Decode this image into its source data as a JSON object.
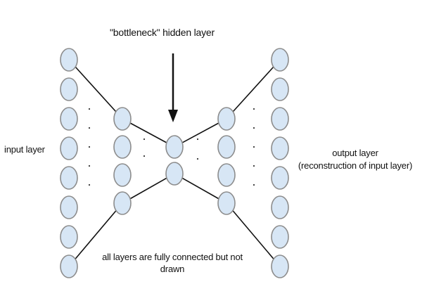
{
  "labels": {
    "input_layer": "input layer",
    "bottleneck": "\"bottleneck\" hidden layer",
    "output_layer": "output layer",
    "output_layer_sub": "(reconstruction of input layer)",
    "note": "all layers are fully connected but not drawn"
  },
  "layers": [
    {
      "name": "input",
      "neurons": 8
    },
    {
      "name": "hidden-1",
      "neurons": 4
    },
    {
      "name": "bottleneck",
      "neurons": 2
    },
    {
      "name": "hidden-2",
      "neurons": 4
    },
    {
      "name": "output",
      "neurons": 8
    }
  ],
  "colors": {
    "neuron_fill": "#d7e6f5",
    "neuron_stroke": "#8c8c8c",
    "line": "#111111",
    "dots": "#333333"
  }
}
